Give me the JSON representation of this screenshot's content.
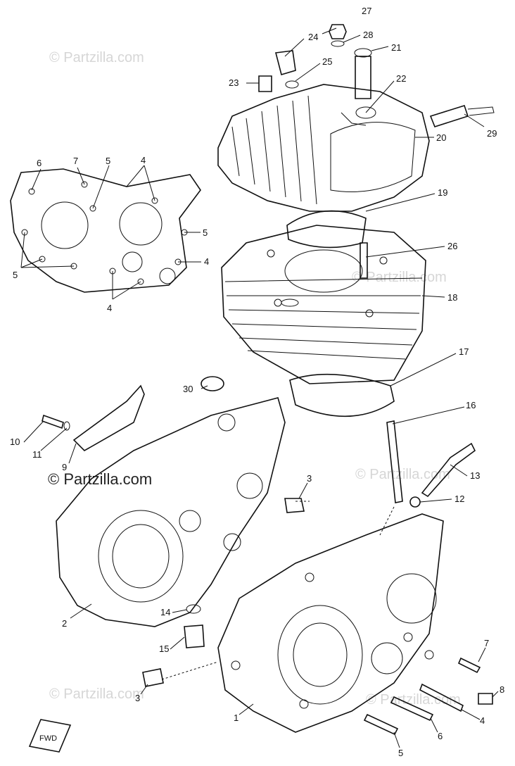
{
  "watermark": {
    "text": "© Partzilla.com"
  },
  "fwd_badge": "FWD",
  "callouts": [
    {
      "id": "c27",
      "text": "27"
    },
    {
      "id": "c24",
      "text": "24"
    },
    {
      "id": "c28",
      "text": "28"
    },
    {
      "id": "c21",
      "text": "21"
    },
    {
      "id": "c25",
      "text": "25"
    },
    {
      "id": "c23",
      "text": "23"
    },
    {
      "id": "c22",
      "text": "22"
    },
    {
      "id": "c29",
      "text": "29"
    },
    {
      "id": "c20",
      "text": "20"
    },
    {
      "id": "c6",
      "text": "6"
    },
    {
      "id": "c7",
      "text": "7"
    },
    {
      "id": "c5a",
      "text": "5"
    },
    {
      "id": "c4a",
      "text": "4"
    },
    {
      "id": "c19",
      "text": "19"
    },
    {
      "id": "c5b",
      "text": "5"
    },
    {
      "id": "c26",
      "text": "26"
    },
    {
      "id": "c4b",
      "text": "4"
    },
    {
      "id": "c5c",
      "text": "5"
    },
    {
      "id": "c4c",
      "text": "4"
    },
    {
      "id": "c18",
      "text": "18"
    },
    {
      "id": "c17",
      "text": "17"
    },
    {
      "id": "c30",
      "text": "30"
    },
    {
      "id": "c16",
      "text": "16"
    },
    {
      "id": "c10",
      "text": "10"
    },
    {
      "id": "c11",
      "text": "11"
    },
    {
      "id": "c9",
      "text": "9"
    },
    {
      "id": "c13",
      "text": "13"
    },
    {
      "id": "c3a",
      "text": "3"
    },
    {
      "id": "c12",
      "text": "12"
    },
    {
      "id": "c2",
      "text": "2"
    },
    {
      "id": "c14",
      "text": "14"
    },
    {
      "id": "c15",
      "text": "15"
    },
    {
      "id": "c7b",
      "text": "7"
    },
    {
      "id": "c8",
      "text": "8"
    },
    {
      "id": "c3b",
      "text": "3"
    },
    {
      "id": "c4d",
      "text": "4"
    },
    {
      "id": "c1",
      "text": "1"
    },
    {
      "id": "c6b",
      "text": "6"
    },
    {
      "id": "c5d",
      "text": "5"
    }
  ]
}
